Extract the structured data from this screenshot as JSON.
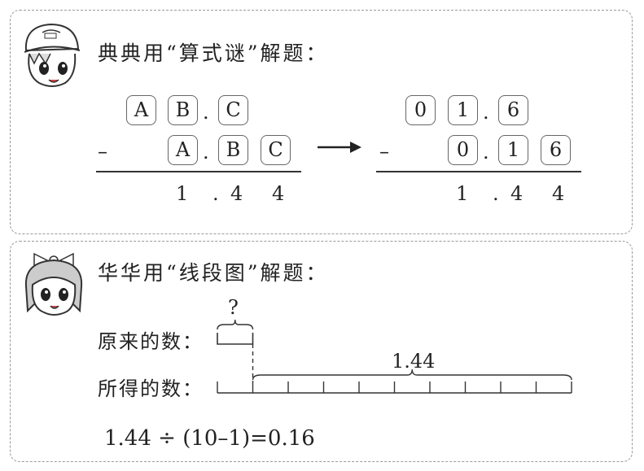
{
  "dianDian": {
    "heading": "典典用“算式谜”解题：",
    "puzzle": {
      "minuend": [
        "A",
        "B",
        "C"
      ],
      "subtrahend": [
        "A",
        "B",
        "C"
      ],
      "minus": "–",
      "point": ".",
      "result": [
        "1",
        ".",
        "4",
        "4"
      ]
    },
    "arrow": "→",
    "solved": {
      "minuend": [
        "0",
        "1",
        "6"
      ],
      "subtrahend": [
        "0",
        "1",
        "6"
      ],
      "minus": "–",
      "point": ".",
      "result": [
        "1",
        ".",
        "4",
        "4"
      ]
    }
  },
  "huaHua": {
    "heading": "华华用“线段图”解题：",
    "question_mark": "?",
    "original_label": "原来的数：",
    "result_label": "所得的数：",
    "brace_value": "1.44",
    "segments": 10,
    "formula": "1.44 ÷ (10–1)=0.16"
  }
}
